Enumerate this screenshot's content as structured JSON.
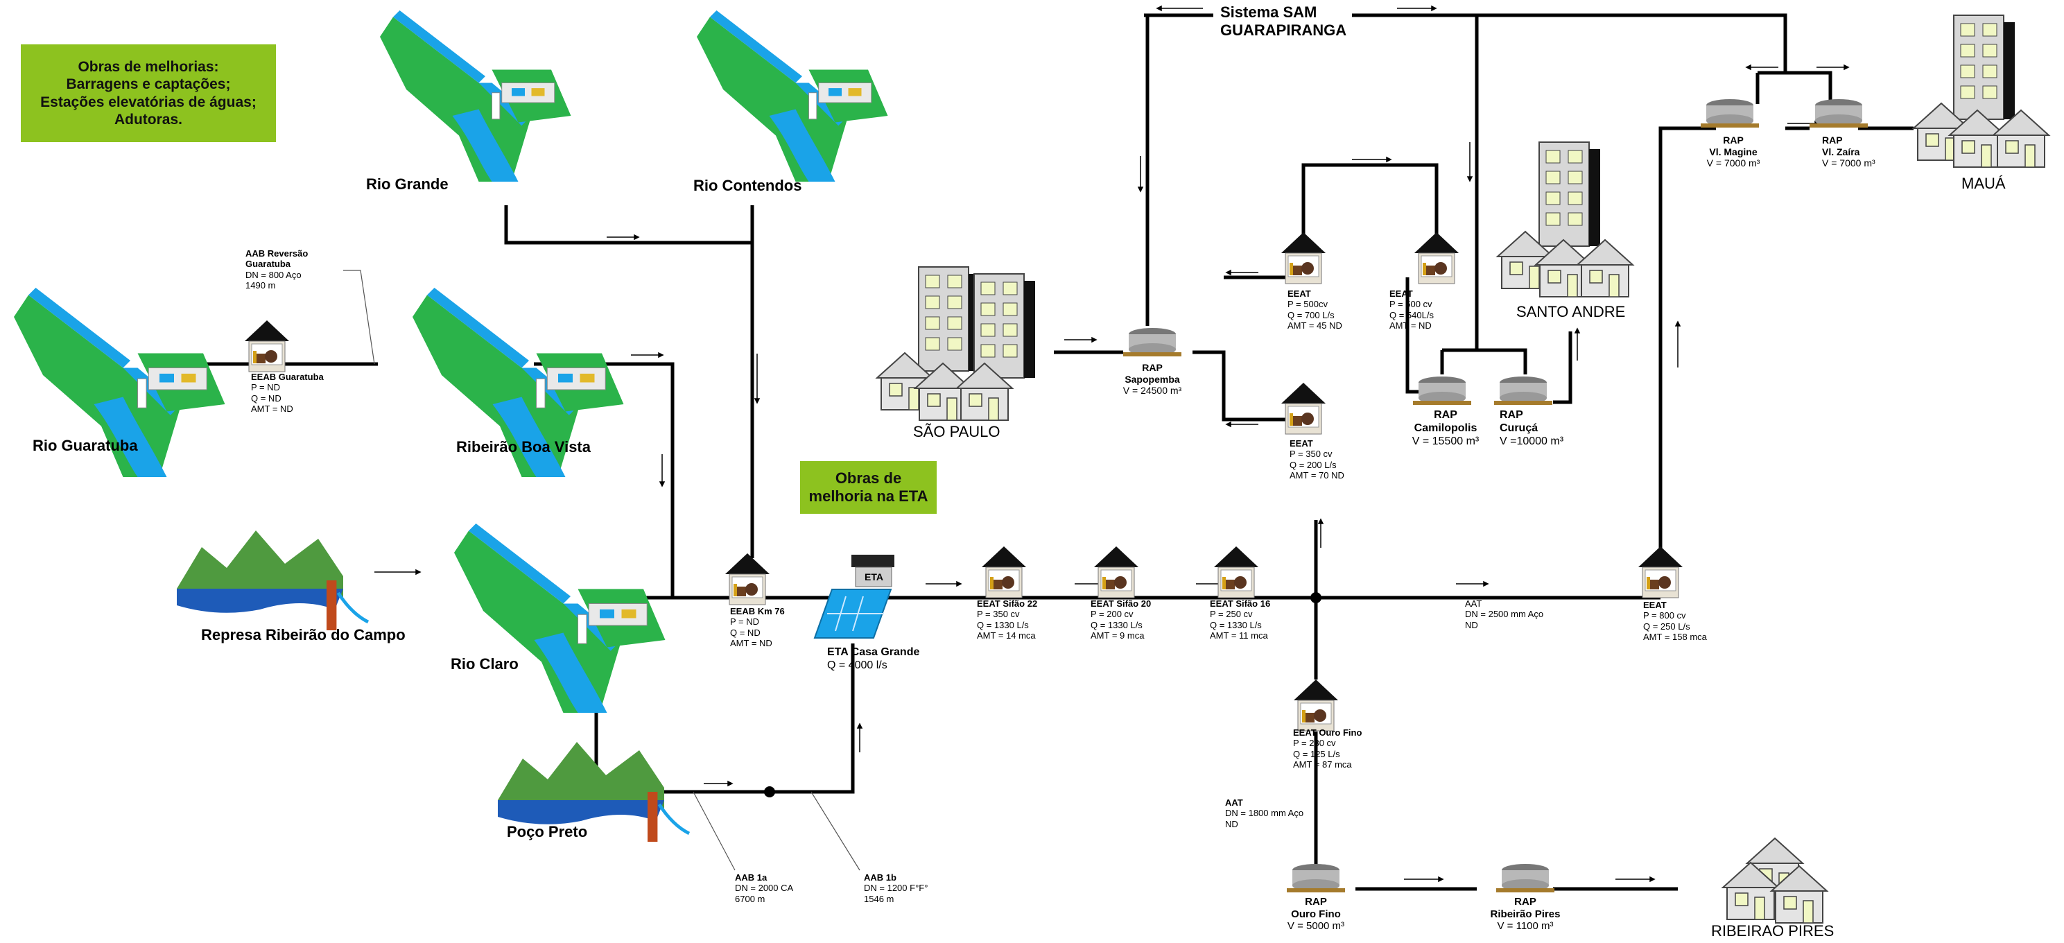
{
  "boxes": {
    "melhorias": [
      "Obras de melhorias:",
      "Barragens e captações;",
      "Estações elevatórias de águas;",
      "Adutoras."
    ],
    "eta": [
      "Obras de",
      "melhoria na ETA"
    ]
  },
  "sources": {
    "rio_grande": "Rio Grande",
    "rio_contendos": "Rio Contendos",
    "rio_guaratuba": "Rio Guaratuba",
    "ribeirao_boa_vista": "Ribeirão Boa Vista",
    "represa_ribeirao_campo": "Represa Ribeirão do Campo",
    "rio_claro": "Rio Claro",
    "poco_preto": "Poço Preto"
  },
  "system": [
    "Sistema SAM",
    "GUARAPIRANGA"
  ],
  "cities": {
    "sao_paulo": "SÃO PAULO",
    "santo_andre": "SANTO ANDRE",
    "maua": "MAUÁ",
    "ribeirao_pires": "RIBEIRAO PIRES"
  },
  "stations": {
    "eeab_guaratuba": [
      "EEAB Guaratuba",
      "P = ND",
      "Q = ND",
      "AMT = ND"
    ],
    "aab_reversao": [
      "AAB Reversão",
      "Guaratuba",
      "DN = 800 Aço",
      "1490 m"
    ],
    "eeab_km76": [
      "EEAB Km 76",
      "P =  ND",
      "Q =  ND",
      "AMT = ND"
    ],
    "eta_casa_grande": [
      "ETA Casa Grande",
      "Q = 4000 l/s"
    ],
    "eta_sign": "ETA",
    "sifao22": [
      "EEAT Sifão 22",
      "P = 350 cv",
      "Q = 1330 L/s",
      "AMT = 14 mca"
    ],
    "sifao20": [
      "EEAT Sifão 20",
      "P = 200 cv",
      "Q = 1330  L/s",
      "AMT = 9 mca"
    ],
    "sifao16": [
      "EEAT Sifão 16",
      "P =  250 cv",
      "Q = 1330 L/s",
      "AMT =  11 mca"
    ],
    "aat_2500": [
      "AAT",
      "DN = 2500 mm Aço",
      "ND"
    ],
    "eeat_800": [
      "EEAT",
      "P = 800 cv",
      "Q = 250 L/s",
      "AMT = 158 mca"
    ],
    "ouro_fino": [
      "EEAT Ouro Fino",
      "P = 230 cv",
      "Q = 125 L/s",
      "AMT = 87 mca"
    ],
    "aat_1800": [
      "AAT",
      "DN = 1800 mm Aço",
      "ND"
    ],
    "aab1a": [
      "AAB 1a",
      "DN = 2000 CA",
      "6700 m"
    ],
    "aab1b": [
      "AAB 1b",
      "DN = 1200 F°F°",
      "1546 m"
    ],
    "eeat_350": [
      "EEAT",
      "P = 350 cv",
      "Q = 200 L/s",
      "AMT = 70 ND"
    ],
    "eeat_500a": [
      "EEAT",
      "P =  500cv",
      "Q = 700 L/s",
      "AMT = 45 ND"
    ],
    "eeat_500b": [
      "EEAT",
      "P = 500 cv",
      "Q =  540L/s",
      "AMT = ND"
    ]
  },
  "reservoirs": {
    "sapopemba": [
      "RAP",
      "Sapopemba",
      "V = 24500 m³"
    ],
    "camilopolis": [
      "RAP",
      "Camilopolis",
      "V = 15500 m³"
    ],
    "curuca": [
      "RAP",
      "Curuçá",
      "V =10000 m³"
    ],
    "vl_magine": [
      "RAP",
      "Vl. Magine",
      "V = 7000 m³"
    ],
    "vl_zaira": [
      "RAP",
      "Vl. Zaíra",
      "V = 7000 m³"
    ],
    "ouro_fino": [
      "RAP",
      "Ouro Fino",
      "V = 5000 m³"
    ],
    "ribeirao_pires": [
      "RAP",
      "Ribeirão Pires",
      "V = 1100 m³"
    ]
  },
  "colors": {
    "box_green": "#8dc21f",
    "river_blue": "#1aa3e8",
    "grass": "#2bb34a",
    "pipe": "#000000"
  }
}
